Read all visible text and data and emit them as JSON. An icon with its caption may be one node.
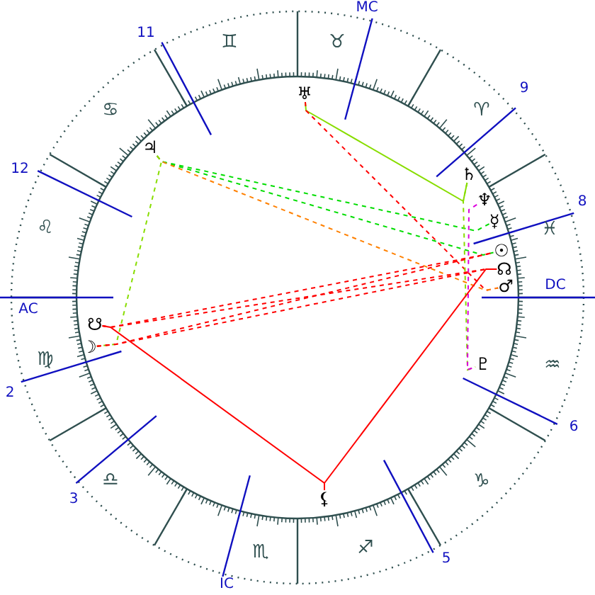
{
  "diagram": {
    "nodes": [
      {
        "text": [
          "♅"
        ]
      },
      {
        "text": [
          "♃"
        ]
      },
      {
        "text": [
          "♄"
        ]
      },
      {
        "text": [
          "♆"
        ]
      },
      {
        "text": [
          "☿"
        ]
      },
      {
        "text": [
          "☉"
        ]
      },
      {
        "text": [
          "☊"
        ]
      },
      {
        "text": [
          "♂"
        ]
      },
      {
        "text": [
          "☋"
        ]
      },
      {
        "text": [
          "☽"
        ]
      },
      {
        "text": [
          "♇"
        ]
      },
      {
        "text": [
          "⚸"
        ]
      }
    ],
    "edges": [
      {
        "from": 0,
        "to": 2,
        "arrow": "none",
        "color": "#88dd00"
      },
      {
        "from": 0,
        "to": 7,
        "arrow": "none",
        "style": "dashed"
      },
      {
        "from": 1,
        "to": 4,
        "arrow": "none",
        "style": "dashed",
        "color": "#00dd00"
      },
      {
        "from": 1,
        "to": 5,
        "arrow": "none",
        "style": "dashed",
        "color": "#00dd00"
      },
      {
        "from": 1,
        "to": 7,
        "arrow": "none",
        "style": "dashed",
        "color": "#ff8000"
      },
      {
        "from": 1,
        "to": 9,
        "arrow": "none",
        "style": "dashed",
        "color": "#88dd00"
      },
      {
        "from": 2,
        "to": 10,
        "arrow": "none",
        "style": "dashed",
        "color": "#88dd00"
      },
      {
        "from": 3,
        "to": 10,
        "arrow": "none",
        "style": "dashed",
        "color": "#dd00dd"
      },
      {
        "from": 8,
        "to": 5,
        "arrow": "none",
        "style": "dashed"
      },
      {
        "from": 8,
        "to": 6,
        "arrow": "none",
        "style": "dashed"
      },
      {
        "from": 9,
        "to": 5,
        "arrow": "none",
        "style": "dashed"
      },
      {
        "from": 9,
        "to": 6,
        "arrow": "none",
        "style": "dashed"
      },
      {
        "from": 8,
        "to": 11,
        "arrow": "none"
      },
      {
        "from": 11,
        "to": 6,
        "arrow": "none"
      }
    ],
    "labels": [
      "MC",
      "11",
      "♊",
      "♉",
      "9",
      "♋",
      "♈",
      "12",
      "8",
      "♌",
      "♓",
      "DC",
      "AC",
      "♍",
      "♒",
      "2",
      "6",
      "♎",
      "♑",
      "3",
      "♏",
      "♐",
      "5",
      "IC"
    ]
  }
}
